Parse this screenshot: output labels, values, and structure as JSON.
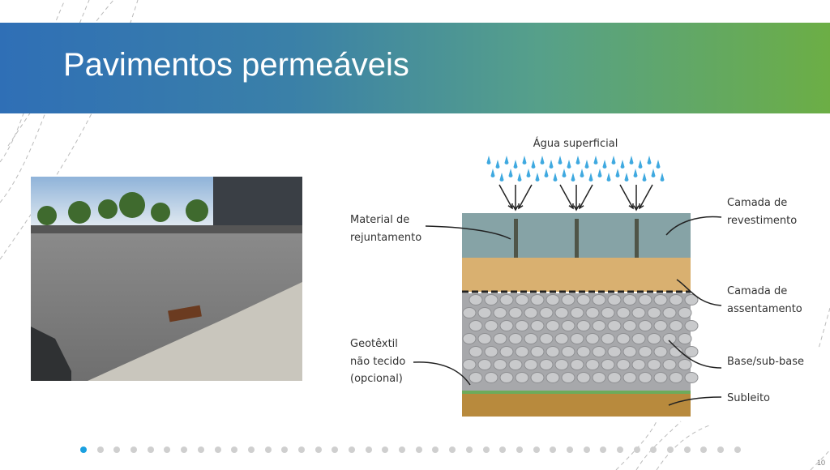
{
  "slide": {
    "title": "Pavimentos permeáveis",
    "page_number": "10",
    "total_dots": 40,
    "active_dot": 0
  },
  "diagram": {
    "top_label": "Água superficial",
    "labels": {
      "material_1": "Material de",
      "material_2": "rejuntamento",
      "revest_1": "Camada de",
      "revest_2": "revestimento",
      "assent_1": "Camada de",
      "assent_2": "assentamento",
      "geo_1": "Geotêxtil",
      "geo_2": "não tecido",
      "geo_3": "(opcional)",
      "base": "Base/sub-base",
      "subleito": "Subleito"
    }
  },
  "colors": {
    "accent": "#1aa0e0",
    "band_start": "#2f6fb6",
    "band_end": "#6cae45"
  }
}
